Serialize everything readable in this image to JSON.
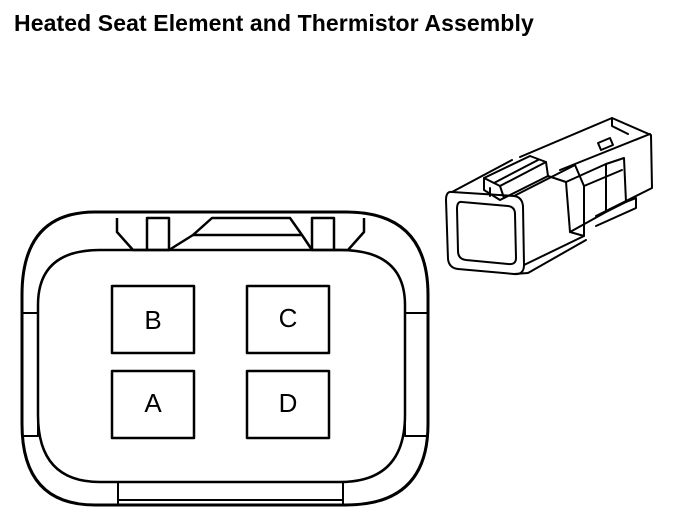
{
  "title": "Heated Seat Element and Thermistor Assembly",
  "connector_face": {
    "pins": [
      {
        "label": "B"
      },
      {
        "label": "C"
      },
      {
        "label": "A"
      },
      {
        "label": "D"
      }
    ]
  },
  "colors": {
    "line": "#000000",
    "background": "#ffffff"
  }
}
